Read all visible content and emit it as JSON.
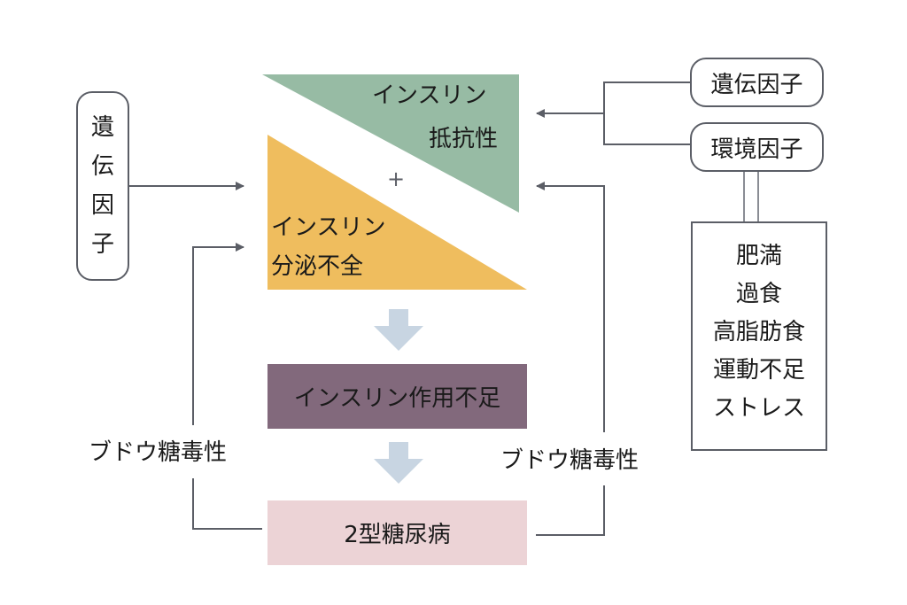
{
  "colors": {
    "resistance_fill": "#97bba4",
    "secretion_fill": "#efbd5e",
    "deficiency_fill": "#82697c",
    "diabetes_fill": "#ecd3d6",
    "down_arrow": "#c8d5e2",
    "line": "#5b5e66"
  },
  "resistance": {
    "line1": "インスリン",
    "line2": "抵抗性"
  },
  "plus": "+",
  "secretion": {
    "line1": "インスリン",
    "line2": "分泌不全"
  },
  "left_genetic": {
    "chars": [
      "遺",
      "伝",
      "因",
      "子"
    ]
  },
  "right_genetic": "遺伝因子",
  "environmental": "環境因子",
  "env_factors": [
    "肥満",
    "過食",
    "高脂肪食",
    "運動不足",
    "ストレス"
  ],
  "deficiency": "インスリン作用不足",
  "diabetes": "2型糖尿病",
  "glucotoxicity_left": "ブドウ糖毒性",
  "glucotoxicity_right": "ブドウ糖毒性"
}
